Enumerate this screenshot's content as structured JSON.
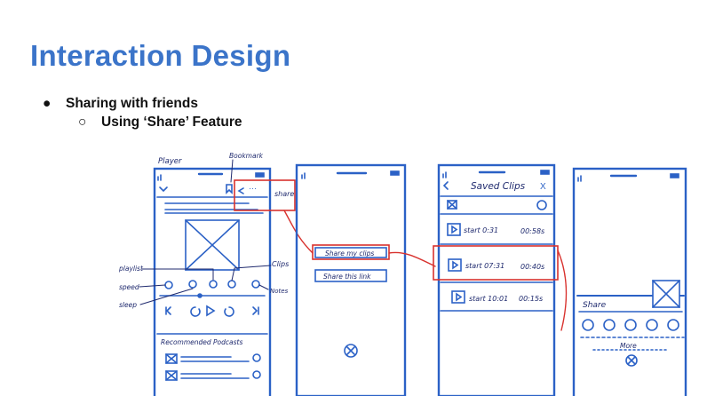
{
  "slide": {
    "title": "Interaction Design",
    "bullets": [
      {
        "marker": "●",
        "text": "Sharing with friends"
      },
      {
        "marker": "○",
        "text": "Using ‘Share’ Feature"
      }
    ]
  },
  "sketch": {
    "player": {
      "label": "Player",
      "bookmark_note": "Bookmark",
      "share_note": "share",
      "playlist_note": "playlist",
      "speed_note": "speed",
      "sleep_note": "sleep",
      "clips_note": "Clips",
      "notes_note": "Notes",
      "recommended": "Recommended Podcasts"
    },
    "share_screen": {
      "share_my_clips": "Share my clips",
      "share_this_link": "Share this link"
    },
    "saved_clips": {
      "title": "Saved Clips",
      "close": "X",
      "clips": [
        {
          "start": "start 0:31",
          "duration": "00:58s"
        },
        {
          "start": "start 07:31",
          "duration": "00:40s"
        },
        {
          "start": "start 10:01",
          "duration": "00:15s"
        }
      ]
    },
    "share_sheet": {
      "title": "Share",
      "more": "More"
    }
  },
  "colors": {
    "title": "#3b74c9",
    "sketch_blue": "#2b61c6",
    "highlight_red": "#d8322e",
    "ink": "#1f2a6e"
  }
}
